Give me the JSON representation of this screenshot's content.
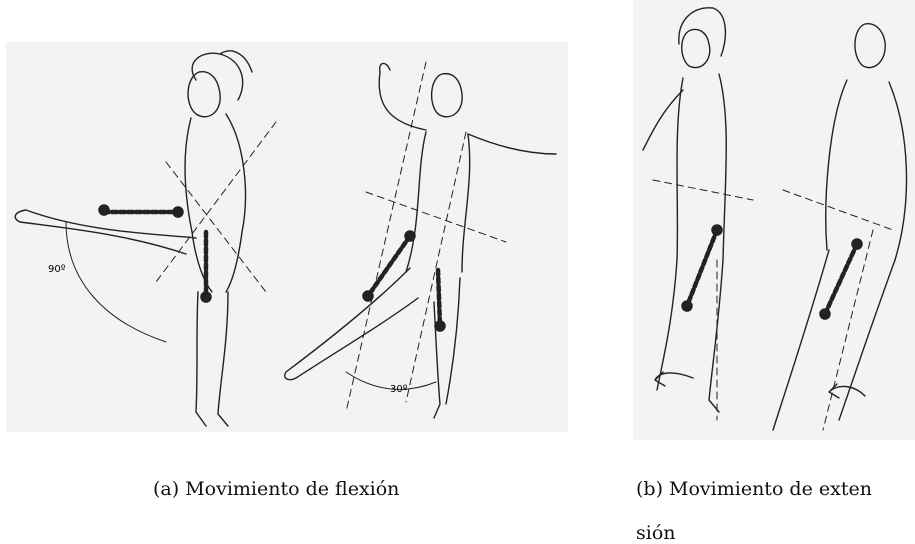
{
  "figures": [
    {
      "angle_label": "90º",
      "caption": "(a) Movimiento de flexión"
    },
    {
      "angle_label": "30º"
    },
    {
      "caption_line1": "(b) Movimiento de exten",
      "caption_line2": "sión"
    }
  ]
}
